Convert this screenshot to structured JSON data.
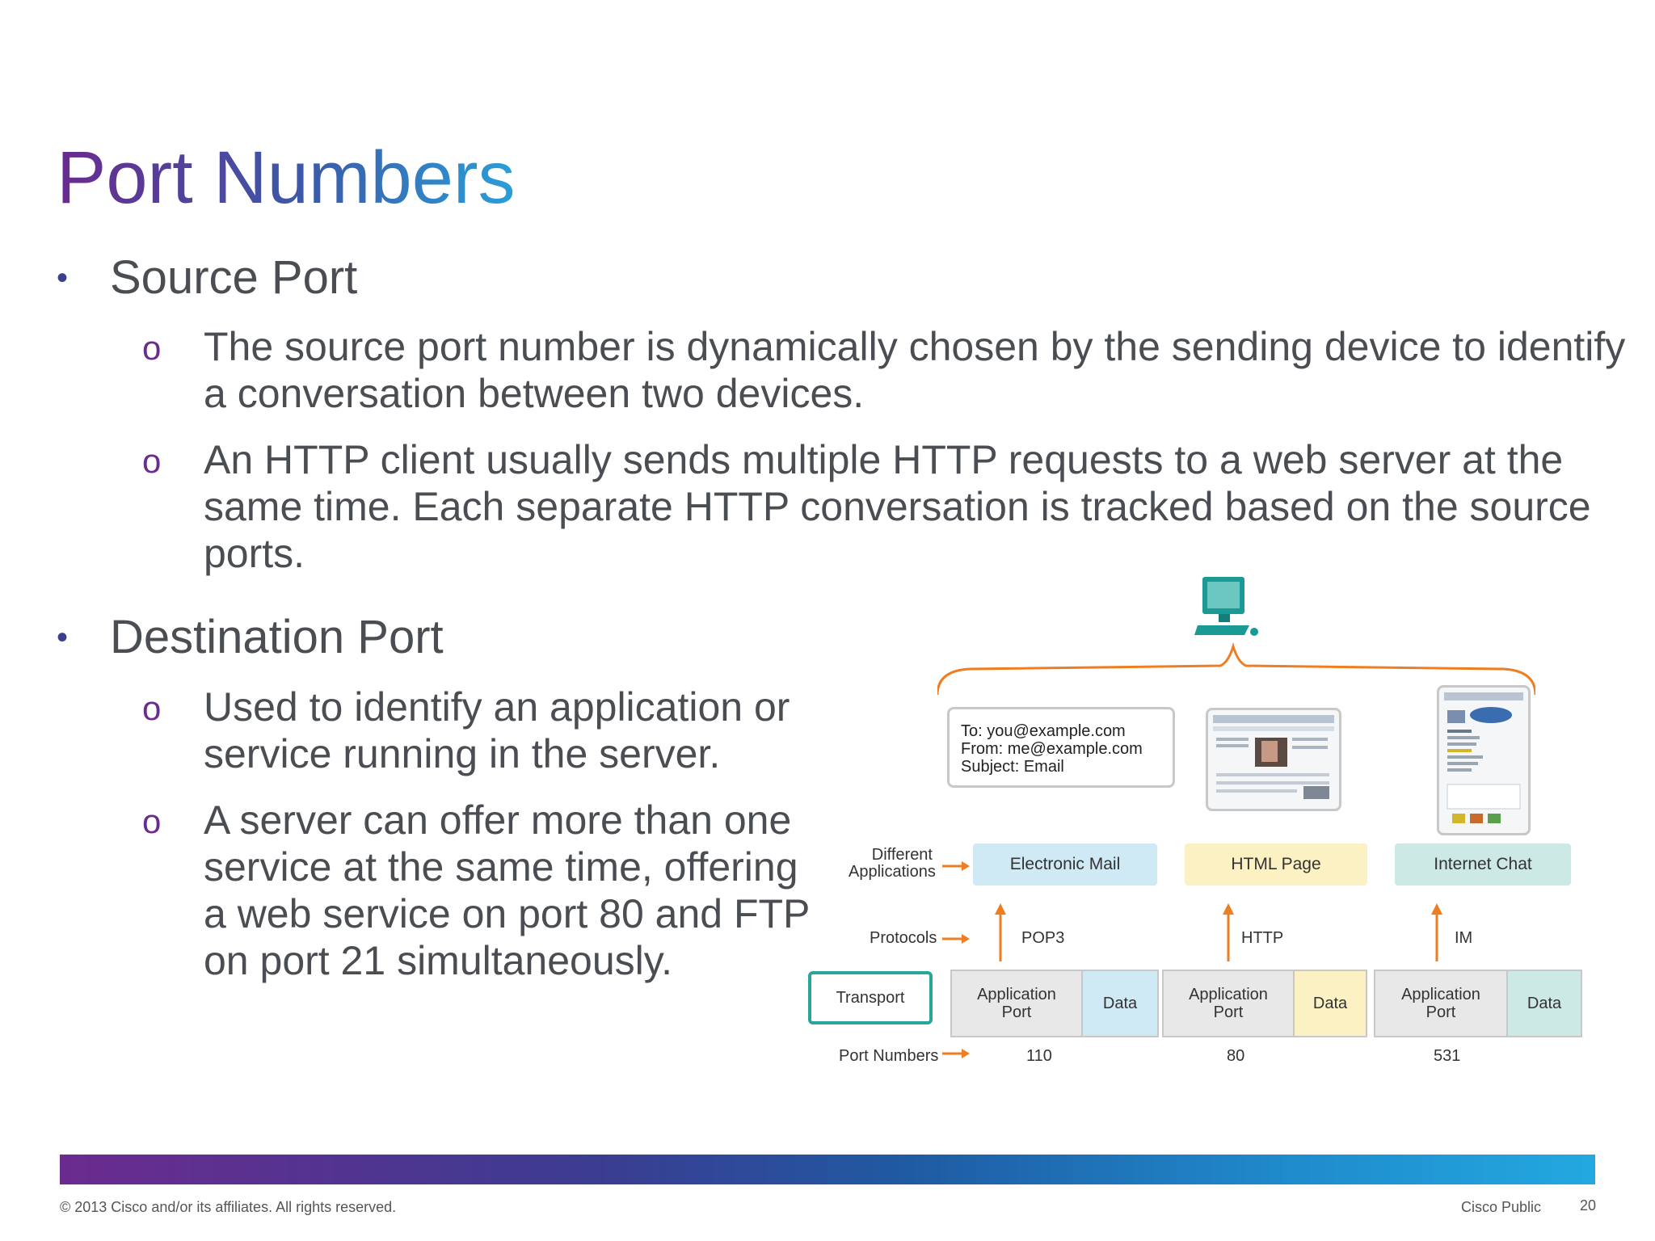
{
  "title": "Port Numbers",
  "bullets": [
    {
      "label": "Source Port",
      "subs": [
        "The source port number is dynamically chosen by the sending device to identify a conversation between two devices.",
        "An HTTP client usually sends multiple HTTP requests to a web server at the same time. Each separate HTTP conversation is tracked based on the source ports."
      ]
    },
    {
      "label": "Destination Port",
      "subs": [
        "Used to identify an application or service running in the server.",
        "A server can offer more than one service at the same time, offering a web service on port 80 and FTP on port 21 simultaneously."
      ]
    }
  ],
  "diagram": {
    "email_card": {
      "to": "To: you@example.com",
      "from": "From: me@example.com",
      "subject": "Subject: Email"
    },
    "row_labels": {
      "applications": "Different Applications",
      "protocols": "Protocols",
      "transport": "Transport",
      "port_numbers": "Port Numbers"
    },
    "apps": [
      {
        "name": "Electronic Mail",
        "protocol": "POP3",
        "port": "110",
        "color": "#cfe9f5"
      },
      {
        "name": "HTML Page",
        "protocol": "HTTP",
        "port": "80",
        "color": "#fbf1c2"
      },
      {
        "name": "Internet Chat",
        "protocol": "IM",
        "port": "531",
        "color": "#cde9e6"
      }
    ],
    "segment": {
      "app_port": "Application Port",
      "data": "Data"
    },
    "colors": {
      "arrow": "#ef7d22",
      "monitor": "#1a9a94",
      "transport_border": "#2aa59a"
    }
  },
  "footer": {
    "copyright": "© 2013 Cisco and/or its affiliates. All rights reserved.",
    "classification": "Cisco Public",
    "page": "20"
  }
}
